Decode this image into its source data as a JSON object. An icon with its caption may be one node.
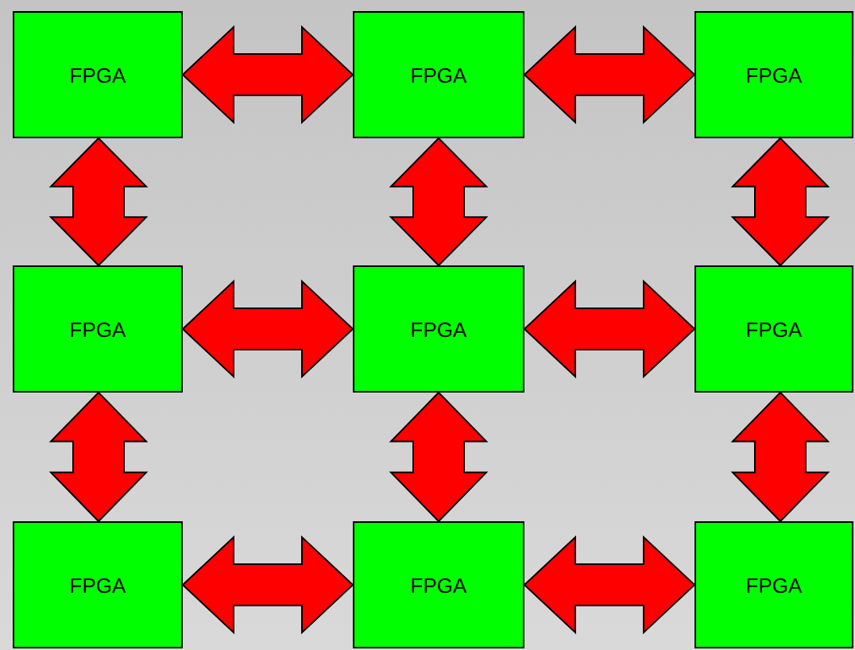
{
  "diagram": {
    "nodes": [
      {
        "text": [
          "FPGA"
        ]
      },
      {
        "text": [
          "FPGA"
        ]
      },
      {
        "text": [
          "FPGA"
        ]
      },
      {
        "text": [
          "FPGA"
        ]
      },
      {
        "text": [
          "FPGA"
        ]
      },
      {
        "text": [
          "FPGA"
        ]
      },
      {
        "text": [
          "FPGA"
        ]
      },
      {
        "text": [
          "FPGA"
        ]
      },
      {
        "text": [
          "FPGA"
        ]
      }
    ],
    "edges": [
      {
        "from": 0,
        "to": 1,
        "arrow": "both"
      },
      {
        "from": 1,
        "to": 2,
        "arrow": "both"
      },
      {
        "from": 0,
        "to": 3,
        "arrow": "both"
      },
      {
        "from": 1,
        "to": 4,
        "arrow": "both"
      },
      {
        "from": 2,
        "to": 5,
        "arrow": "both"
      },
      {
        "from": 3,
        "to": 4,
        "arrow": "both"
      },
      {
        "from": 4,
        "to": 5,
        "arrow": "both"
      },
      {
        "from": 3,
        "to": 6,
        "arrow": "both"
      },
      {
        "from": 4,
        "to": 7,
        "arrow": "both"
      },
      {
        "from": 5,
        "to": 8,
        "arrow": "both"
      },
      {
        "from": 6,
        "to": 7,
        "arrow": "both"
      },
      {
        "from": 7,
        "to": 8,
        "arrow": "both"
      }
    ]
  }
}
